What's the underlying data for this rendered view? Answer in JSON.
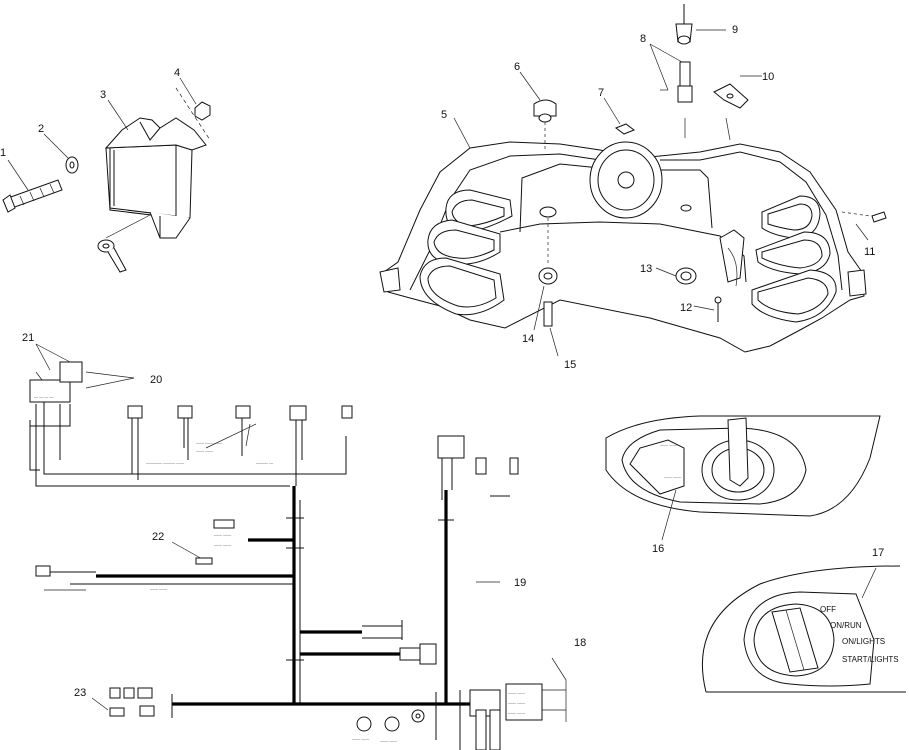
{
  "callouts": {
    "c1": "1",
    "c2": "2",
    "c3": "3",
    "c4": "4",
    "c5": "5",
    "c6": "6",
    "c7": "7",
    "c8": "8",
    "c9": "9",
    "c10": "10",
    "c11": "11",
    "c12": "12",
    "c13": "13",
    "c14": "14",
    "c15": "15",
    "c16": "16",
    "c17": "17",
    "c18": "18",
    "c19": "19",
    "c20": "20",
    "c21": "21",
    "c22": "22",
    "c23": "23"
  },
  "ignition_switch": {
    "off": "OFF",
    "run": "ON/RUN",
    "lights": "ON/LIGHTS",
    "start": "START/LIGHTS"
  }
}
